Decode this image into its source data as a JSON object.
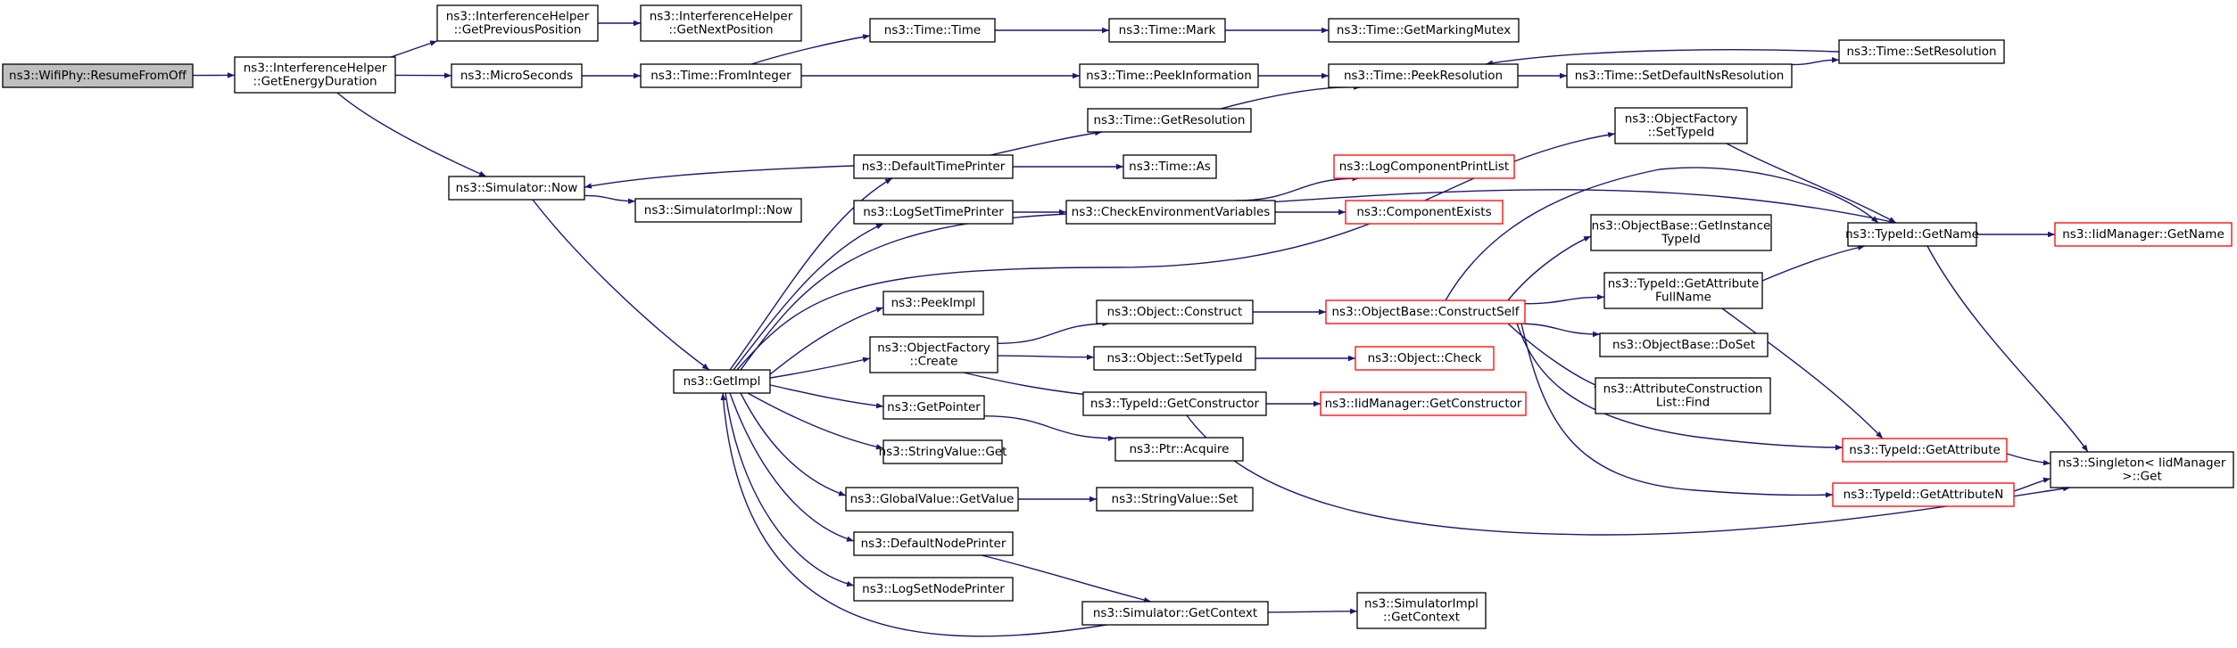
{
  "diagram": {
    "edge_color": "#191970",
    "missing_border_color": "#ff0000",
    "root_fill": "#bfbfbf",
    "nodes": [
      {
        "id": "resume",
        "lines": [
          "ns3::WifiPhy::ResumeFromOff"
        ],
        "root": true
      },
      {
        "id": "getEnergy",
        "lines": [
          "ns3::InterferenceHelper",
          "::GetEnergyDuration"
        ]
      },
      {
        "id": "getPrev",
        "lines": [
          "ns3::InterferenceHelper",
          "::GetPreviousPosition"
        ]
      },
      {
        "id": "getNext",
        "lines": [
          "ns3::InterferenceHelper",
          "::GetNextPosition"
        ]
      },
      {
        "id": "micro",
        "lines": [
          "ns3::MicroSeconds"
        ]
      },
      {
        "id": "fromInt",
        "lines": [
          "ns3::Time::FromInteger"
        ]
      },
      {
        "id": "timeTime",
        "lines": [
          "ns3::Time::Time"
        ]
      },
      {
        "id": "mark",
        "lines": [
          "ns3::Time::Mark"
        ]
      },
      {
        "id": "mutex",
        "lines": [
          "ns3::Time::GetMarkingMutex"
        ]
      },
      {
        "id": "peekInfo",
        "lines": [
          "ns3::Time::PeekInformation"
        ]
      },
      {
        "id": "peekRes",
        "lines": [
          "ns3::Time::PeekResolution"
        ]
      },
      {
        "id": "setDef",
        "lines": [
          "ns3::Time::SetDefaultNsResolution"
        ]
      },
      {
        "id": "setRes",
        "lines": [
          "ns3::Time::SetResolution"
        ]
      },
      {
        "id": "getRes",
        "lines": [
          "ns3::Time::GetResolution"
        ]
      },
      {
        "id": "simNow",
        "lines": [
          "ns3::Simulator::Now"
        ]
      },
      {
        "id": "defTimePr",
        "lines": [
          "ns3::DefaultTimePrinter"
        ]
      },
      {
        "id": "timeAs",
        "lines": [
          "ns3::Time::As"
        ]
      },
      {
        "id": "simImplNow",
        "lines": [
          "ns3::SimulatorImpl::Now"
        ]
      },
      {
        "id": "logSetTime",
        "lines": [
          "ns3::LogSetTimePrinter"
        ]
      },
      {
        "id": "checkEnv",
        "lines": [
          "ns3::CheckEnvironmentVariables"
        ]
      },
      {
        "id": "logCompPrint",
        "lines": [
          "ns3::LogComponentPrintList"
        ],
        "missing": true
      },
      {
        "id": "compExists",
        "lines": [
          "ns3::ComponentExists"
        ],
        "missing": true
      },
      {
        "id": "ofSetTypeId",
        "lines": [
          "ns3::ObjectFactory",
          "::SetTypeId"
        ]
      },
      {
        "id": "typeIdName",
        "lines": [
          "ns3::TypeId::GetName"
        ]
      },
      {
        "id": "iidName",
        "lines": [
          "ns3::IidManager::GetName"
        ],
        "missing": true
      },
      {
        "id": "getImpl",
        "lines": [
          "ns3::GetImpl"
        ]
      },
      {
        "id": "peekImpl",
        "lines": [
          "ns3::PeekImpl"
        ]
      },
      {
        "id": "ofCreate",
        "lines": [
          "ns3::ObjectFactory",
          "::Create"
        ]
      },
      {
        "id": "objConstruct",
        "lines": [
          "ns3::Object::Construct"
        ]
      },
      {
        "id": "constructSelf",
        "lines": [
          "ns3::ObjectBase::ConstructSelf"
        ],
        "missing": true
      },
      {
        "id": "getInstTid",
        "lines": [
          "ns3::ObjectBase::GetInstance",
          "TypeId"
        ]
      },
      {
        "id": "attrFull",
        "lines": [
          "ns3::TypeId::GetAttribute",
          "FullName"
        ]
      },
      {
        "id": "doSet",
        "lines": [
          "ns3::ObjectBase::DoSet"
        ]
      },
      {
        "id": "acFind",
        "lines": [
          "ns3::AttributeConstruction",
          "List::Find"
        ]
      },
      {
        "id": "objSetTid",
        "lines": [
          "ns3::Object::SetTypeId"
        ]
      },
      {
        "id": "objCheck",
        "lines": [
          "ns3::Object::Check"
        ],
        "missing": true
      },
      {
        "id": "getPointer",
        "lines": [
          "ns3::GetPointer"
        ]
      },
      {
        "id": "tidCtor",
        "lines": [
          "ns3::TypeId::GetConstructor"
        ]
      },
      {
        "id": "iidCtor",
        "lines": [
          "ns3::IidManager::GetConstructor"
        ],
        "missing": true
      },
      {
        "id": "ptrAcquire",
        "lines": [
          "ns3::Ptr::Acquire"
        ]
      },
      {
        "id": "svGet",
        "lines": [
          "ns3::StringValue::Get"
        ]
      },
      {
        "id": "tidGetAttr",
        "lines": [
          "ns3::TypeId::GetAttribute"
        ],
        "missing": true
      },
      {
        "id": "singleton",
        "lines": [
          "ns3::Singleton< IidManager",
          " >::Get"
        ]
      },
      {
        "id": "tidGetAttrN",
        "lines": [
          "ns3::TypeId::GetAttributeN"
        ],
        "missing": true
      },
      {
        "id": "gvGetValue",
        "lines": [
          "ns3::GlobalValue::GetValue"
        ]
      },
      {
        "id": "svSet",
        "lines": [
          "ns3::StringValue::Set"
        ]
      },
      {
        "id": "defNodePr",
        "lines": [
          "ns3::DefaultNodePrinter"
        ]
      },
      {
        "id": "logSetNode",
        "lines": [
          "ns3::LogSetNodePrinter"
        ]
      },
      {
        "id": "simGetCtx",
        "lines": [
          "ns3::Simulator::GetContext"
        ]
      },
      {
        "id": "simImplCtx",
        "lines": [
          "ns3::SimulatorImpl",
          "::GetContext"
        ]
      }
    ],
    "edges": [
      [
        "resume",
        "getEnergy"
      ],
      [
        "getEnergy",
        "getPrev"
      ],
      [
        "getEnergy",
        "micro"
      ],
      [
        "getEnergy",
        "simNow"
      ],
      [
        "getPrev",
        "getNext"
      ],
      [
        "micro",
        "fromInt"
      ],
      [
        "fromInt",
        "timeTime"
      ],
      [
        "fromInt",
        "peekInfo"
      ],
      [
        "timeTime",
        "mark"
      ],
      [
        "mark",
        "mutex"
      ],
      [
        "peekInfo",
        "peekRes"
      ],
      [
        "peekRes",
        "setDef"
      ],
      [
        "setDef",
        "setRes"
      ],
      [
        "setRes",
        "peekRes"
      ],
      [
        "getRes",
        "peekRes"
      ],
      [
        "simNow",
        "simImplNow"
      ],
      [
        "simNow",
        "getImpl"
      ],
      [
        "defTimePr",
        "simNow"
      ],
      [
        "defTimePr",
        "getRes"
      ],
      [
        "defTimePr",
        "timeAs"
      ],
      [
        "logSetTime",
        "checkEnv"
      ],
      [
        "checkEnv",
        "logCompPrint"
      ],
      [
        "checkEnv",
        "compExists"
      ],
      [
        "ofSetTypeId",
        "typeIdName"
      ],
      [
        "typeIdName",
        "iidName"
      ],
      [
        "typeIdName",
        "singleton"
      ],
      [
        "getImpl",
        "defTimePr"
      ],
      [
        "getImpl",
        "logSetTime"
      ],
      [
        "getImpl",
        "ofSetTypeId"
      ],
      [
        "getImpl",
        "typeIdName"
      ],
      [
        "getImpl",
        "peekImpl"
      ],
      [
        "getImpl",
        "ofCreate"
      ],
      [
        "getImpl",
        "getPointer"
      ],
      [
        "getImpl",
        "svGet"
      ],
      [
        "getImpl",
        "gvGetValue"
      ],
      [
        "getImpl",
        "defNodePr"
      ],
      [
        "getImpl",
        "logSetNode"
      ],
      [
        "ofCreate",
        "objConstruct"
      ],
      [
        "ofCreate",
        "objSetTid"
      ],
      [
        "ofCreate",
        "tidCtor"
      ],
      [
        "objConstruct",
        "constructSelf"
      ],
      [
        "constructSelf",
        "getInstTid"
      ],
      [
        "constructSelf",
        "attrFull"
      ],
      [
        "constructSelf",
        "doSet"
      ],
      [
        "constructSelf",
        "acFind"
      ],
      [
        "constructSelf",
        "tidGetAttr"
      ],
      [
        "constructSelf",
        "tidGetAttrN"
      ],
      [
        "constructSelf",
        "typeIdName"
      ],
      [
        "attrFull",
        "typeIdName"
      ],
      [
        "attrFull",
        "tidGetAttr"
      ],
      [
        "objSetTid",
        "objCheck"
      ],
      [
        "getPointer",
        "ptrAcquire"
      ],
      [
        "tidCtor",
        "iidCtor"
      ],
      [
        "tidCtor",
        "singleton"
      ],
      [
        "tidGetAttr",
        "singleton"
      ],
      [
        "tidGetAttrN",
        "singleton"
      ],
      [
        "gvGetValue",
        "svSet"
      ],
      [
        "defNodePr",
        "simGetCtx"
      ],
      [
        "simGetCtx",
        "simImplCtx"
      ],
      [
        "simGetCtx",
        "getImpl"
      ]
    ]
  }
}
